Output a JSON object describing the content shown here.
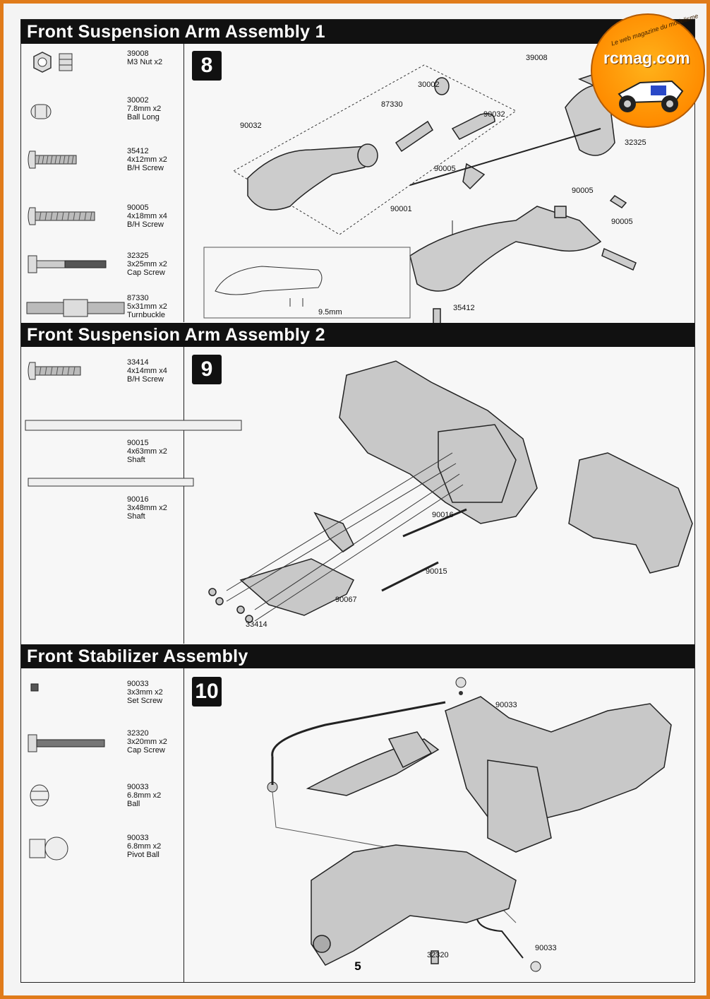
{
  "logo": {
    "site": "rcmag.com",
    "tagline": "Le web magazine du modelisme"
  },
  "sections": [
    {
      "title": "Front Suspension Arm Assembly 1",
      "step": "8",
      "parts": [
        {
          "code": "39008",
          "size": "M3 Nut x2",
          "type": ""
        },
        {
          "code": "30002",
          "size": "7.8mm x2",
          "type": "Ball Long"
        },
        {
          "code": "35412",
          "size": "4x12mm x2",
          "type": "B/H Screw"
        },
        {
          "code": "90005",
          "size": "4x18mm x4",
          "type": "B/H Screw"
        },
        {
          "code": "32325",
          "size": "3x25mm x2",
          "type": "Cap Screw"
        },
        {
          "code": "87330",
          "size": "5x31mm x2",
          "type": "Turnbuckle"
        }
      ],
      "callouts": [
        "39008",
        "30002",
        "87330",
        "90032",
        "90032",
        "32325",
        "90005",
        "90005",
        "90001",
        "90005",
        "35412"
      ],
      "dimension": "9.5mm"
    },
    {
      "title": "Front Suspension Arm Assembly 2",
      "step": "9",
      "parts": [
        {
          "code": "33414",
          "size": "4x14mm x4",
          "type": "B/H Screw"
        },
        {
          "code": "90015",
          "size": "4x63mm x2",
          "type": "Shaft"
        },
        {
          "code": "90016",
          "size": "3x48mm x2",
          "type": "Shaft"
        }
      ],
      "callouts": [
        "90016",
        "90015",
        "90067",
        "33414"
      ]
    },
    {
      "title": "Front Stabilizer Assembly",
      "step": "10",
      "parts": [
        {
          "code": "90033",
          "size": "3x3mm x2",
          "type": "Set Screw"
        },
        {
          "code": "32320",
          "size": "3x20mm x2",
          "type": "Cap Screw"
        },
        {
          "code": "90033",
          "size": "6.8mm x2",
          "type": "Ball"
        },
        {
          "code": "90033",
          "size": "6.8mm x2",
          "type": "Pivot Ball"
        }
      ],
      "callouts": [
        "90033",
        "32320",
        "90033"
      ]
    }
  ],
  "page_number": "5"
}
